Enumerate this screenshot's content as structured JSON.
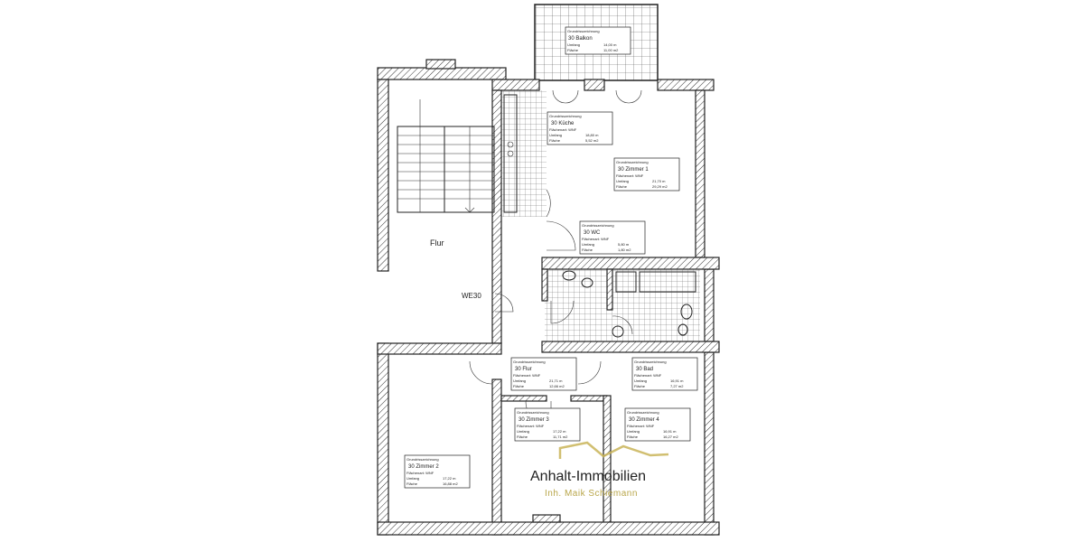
{
  "rooms": [
    {
      "name": "30  Balkon",
      "umfang": "14,00 m",
      "flaeche": "11,00 m2"
    },
    {
      "name": "30  Küche",
      "umfang": "18,80 m",
      "flaeche": "5,52 m2"
    },
    {
      "name": "30  Zimmer 1",
      "umfang": "21,70 m",
      "flaeche": "29,29 m2"
    },
    {
      "name": "30  WC",
      "umfang": "5,80 m",
      "flaeche": "1,80 m2"
    },
    {
      "name": "30  Flur",
      "umfang": "21,71 m",
      "flaeche": "12,66 m2"
    },
    {
      "name": "30  Bad",
      "umfang": "16,91 m",
      "flaeche": "7,27 m2"
    },
    {
      "name": "30  Zimmer 2",
      "umfang": "17,22 m",
      "flaeche": "16,88 m2"
    },
    {
      "name": "30  Zimmer 3",
      "umfang": "17,22 m",
      "flaeche": "11,71 m2"
    },
    {
      "name": "30  Zimmer 4",
      "umfang": "16,91 m",
      "flaeche": "16,27 m2"
    }
  ],
  "label_terms": {
    "title": "Grundrisszeichnung",
    "art": "Flächenart: WNF",
    "umfang": "Umfang",
    "flaeche": "Fläche"
  },
  "stair_label": "Flur",
  "unit_label": "WE30",
  "logo": {
    "name": "Anhalt-Immobilien",
    "owner": "Inh. Maik Schiemann",
    "color": "#c9b458"
  }
}
